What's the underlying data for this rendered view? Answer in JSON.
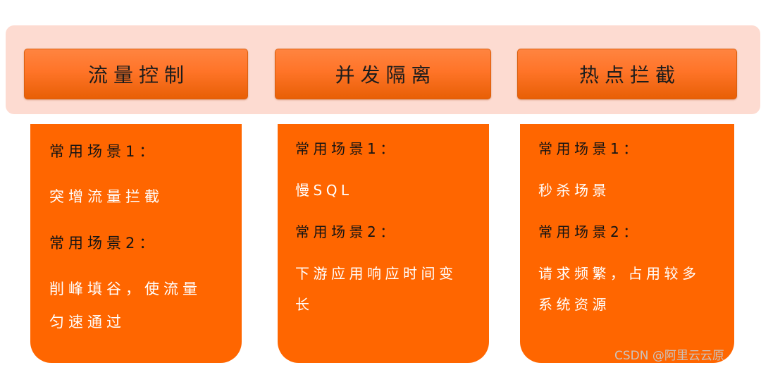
{
  "headers": [
    "流量控制",
    "并发隔离",
    "热点拦截"
  ],
  "cards": [
    {
      "scene1_label": "常用场景1：",
      "scene1_lines": [
        "突增流量拦截"
      ],
      "scene2_label": "常用场景2：",
      "scene2_lines": [
        "削峰填谷，使流量",
        "匀速通过"
      ]
    },
    {
      "scene1_label": "常用场景1：",
      "scene1_lines": [
        "慢SQL"
      ],
      "scene2_label": "常用场景2：",
      "scene2_lines": [
        "下游应用响应时间变",
        "长"
      ]
    },
    {
      "scene1_label": "常用场景1：",
      "scene1_lines": [
        "秒杀场景"
      ],
      "scene2_label": "常用场景2：",
      "scene2_lines": [
        "请求频繁，占用较多",
        "系统资源"
      ]
    }
  ],
  "watermark": "CSDN @阿里云云原",
  "colors": {
    "band": "#FDDBD1",
    "header_button": "#FF7428",
    "card": "#FF6600",
    "label_text": "#141414",
    "value_text": "#FFFFFF"
  }
}
